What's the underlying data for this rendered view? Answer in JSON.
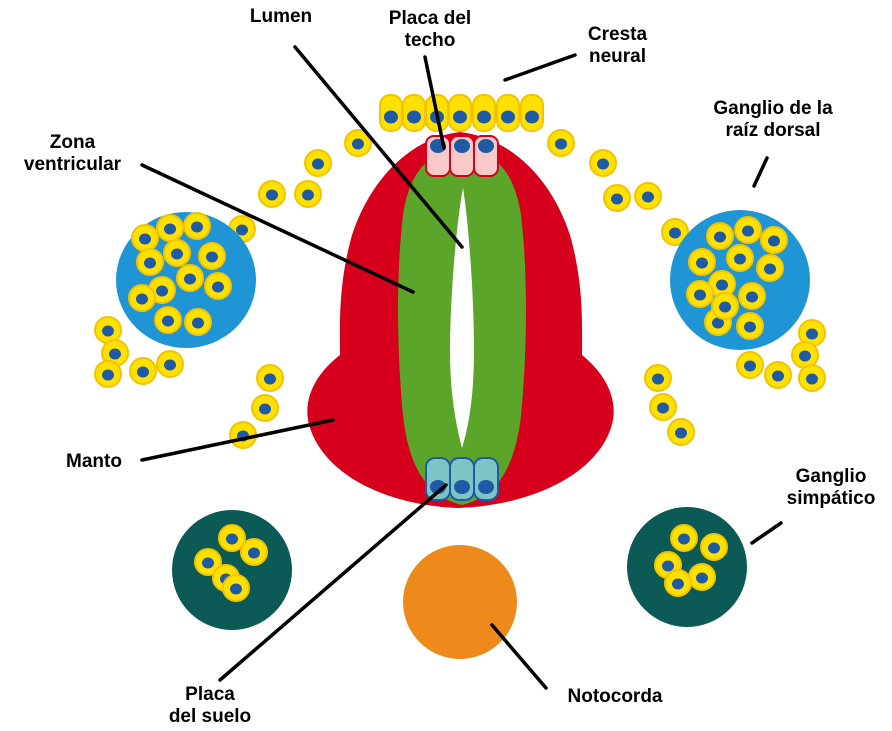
{
  "labels": {
    "lumen": [
      "Lumen"
    ],
    "placa_techo": [
      "Placa del",
      "techo"
    ],
    "cresta_neural": [
      "Cresta",
      "neural"
    ],
    "zona_ventricular": [
      "Zona",
      "ventricular"
    ],
    "ganglio_raiz_dorsal": [
      "Ganglio de la",
      "raíz dorsal"
    ],
    "manto": [
      "Manto"
    ],
    "ganglio_simpatico": [
      "Ganglio",
      "simpático"
    ],
    "placa_suelo": [
      "Placa",
      "del suelo"
    ],
    "notocorda": [
      "Notocorda"
    ]
  },
  "colors": {
    "mantle": "#d6001c",
    "ventricular_zone": "#5aa52a",
    "lumen": "#ffffff",
    "neural_crest_cell": "#ffe000",
    "cell_nucleus": "#1f5aa6",
    "dorsal_root_ganglion": "#1f95d6",
    "sympathetic_ganglion": "#0b5a55",
    "notochord": "#ee8a1c",
    "roof_plate": "#f7c9c9",
    "floor_plate": "#7fc4c4"
  }
}
